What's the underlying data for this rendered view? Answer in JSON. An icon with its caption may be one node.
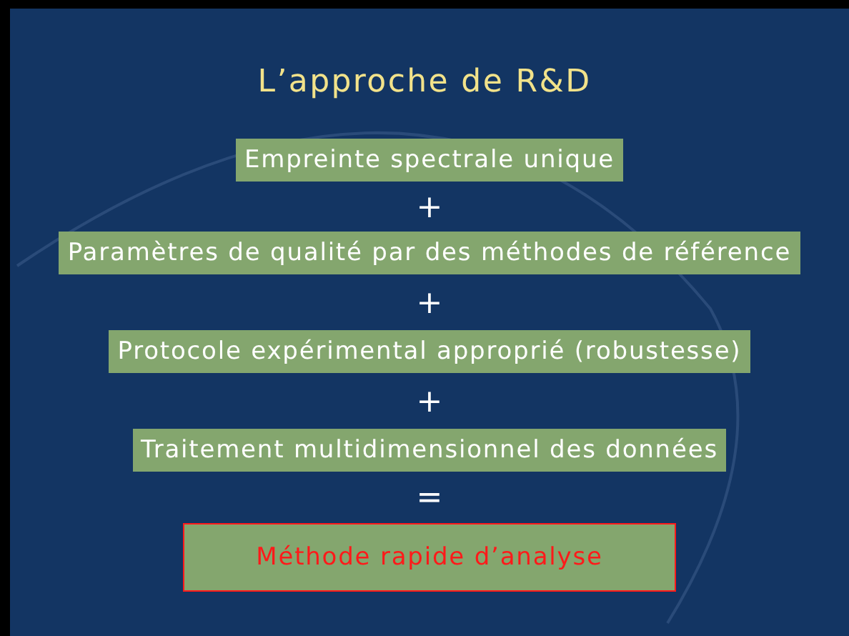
{
  "diagram": {
    "title": "L’approche de R&D",
    "nodes": [
      {
        "text": [
          "Empreinte spectrale unique"
        ]
      },
      {
        "text": [
          "Paramètres de qualité par des méthodes de référence"
        ]
      },
      {
        "text": [
          "Protocole expérimental approprié (robustesse)"
        ]
      },
      {
        "text": [
          "Traitement multidimensionnel des données"
        ]
      },
      {
        "text": [
          "Méthode rapide d’analyse"
        ]
      }
    ],
    "labels": [
      "+",
      "+",
      "+",
      "="
    ]
  }
}
